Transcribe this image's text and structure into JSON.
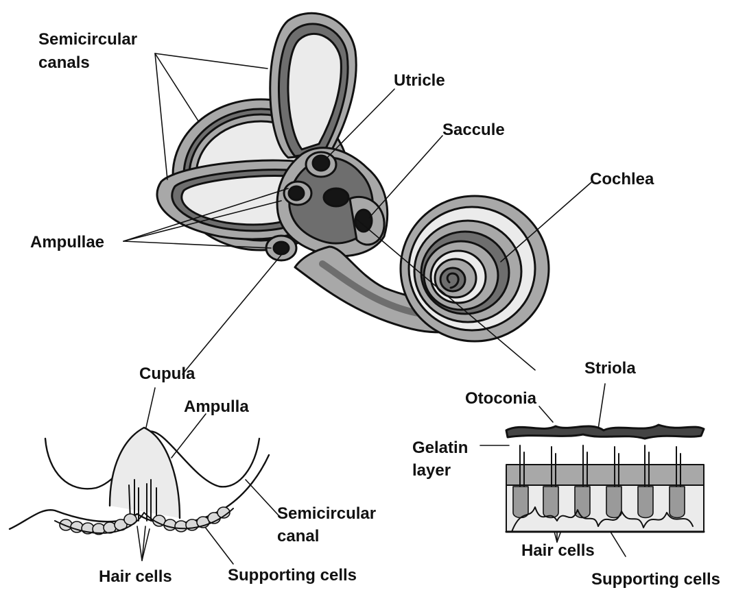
{
  "labels": {
    "semicircular_canals_line1": "Semicircular",
    "semicircular_canals_line2": "canals",
    "utricle": "Utricle",
    "saccule": "Saccule",
    "cochlea": "Cochlea",
    "ampullae": "Ampullae",
    "cupula": "Cupula",
    "ampulla": "Ampulla",
    "semicircular_canal_line1": "Semicircular",
    "semicircular_canal_line2": "canal",
    "hair_cells_left": "Hair cells",
    "supporting_cells_left": "Supporting cells",
    "striola": "Striola",
    "otoconia": "Otoconia",
    "gelatin_layer_line1": "Gelatin",
    "gelatin_layer_line2": "layer",
    "hair_cells_right": "Hair cells",
    "supporting_cells_right": "Supporting cells"
  },
  "colors": {
    "outline": "#111111",
    "light_fill": "#ebebeb",
    "mid_fill": "#a8a8a8",
    "dark_fill": "#6e6e6e",
    "black_spot": "#151515"
  }
}
